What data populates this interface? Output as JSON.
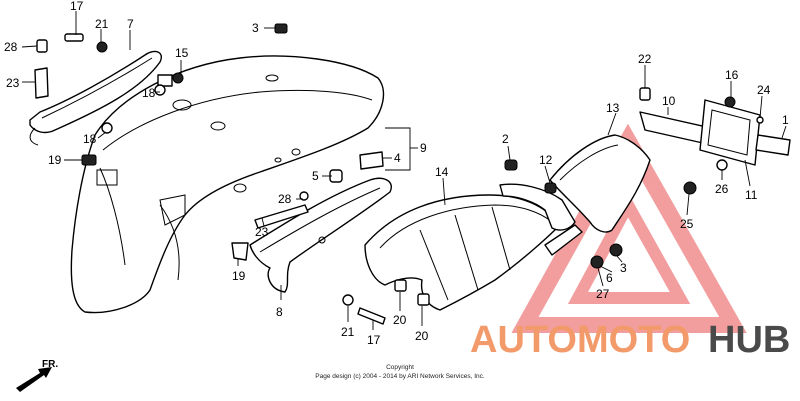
{
  "callouts": {
    "c17a": "17",
    "c21a": "21",
    "c7": "7",
    "c3a": "3",
    "c28a": "28",
    "c15": "15",
    "c23a": "23",
    "c18a": "18",
    "c18b": "18",
    "c19a": "19",
    "c9": "9",
    "c4": "4",
    "c2": "2",
    "c12": "12",
    "c14": "14",
    "c5": "5",
    "c28b": "28",
    "c23b": "23",
    "c19b": "19",
    "c8": "8",
    "c21b": "21",
    "c17b": "17",
    "c20a": "20",
    "c20b": "20",
    "c13": "13",
    "c22": "22",
    "c10": "10",
    "c16": "16",
    "c24": "24",
    "c1": "1",
    "c26": "26",
    "c11": "11",
    "c25": "25",
    "c3b": "3",
    "c6": "6",
    "c27": "27"
  },
  "footer": {
    "line1": "Copyright",
    "line2": "Page design (c) 2004 - 2014 by ARI Network Services, Inc."
  },
  "direction_label": "FR.",
  "watermark": {
    "part_red": "AUTOMOTO",
    "part_grey": "HUB",
    "color_red": "#f29a6a",
    "color_grey": "#4a4a4a"
  }
}
